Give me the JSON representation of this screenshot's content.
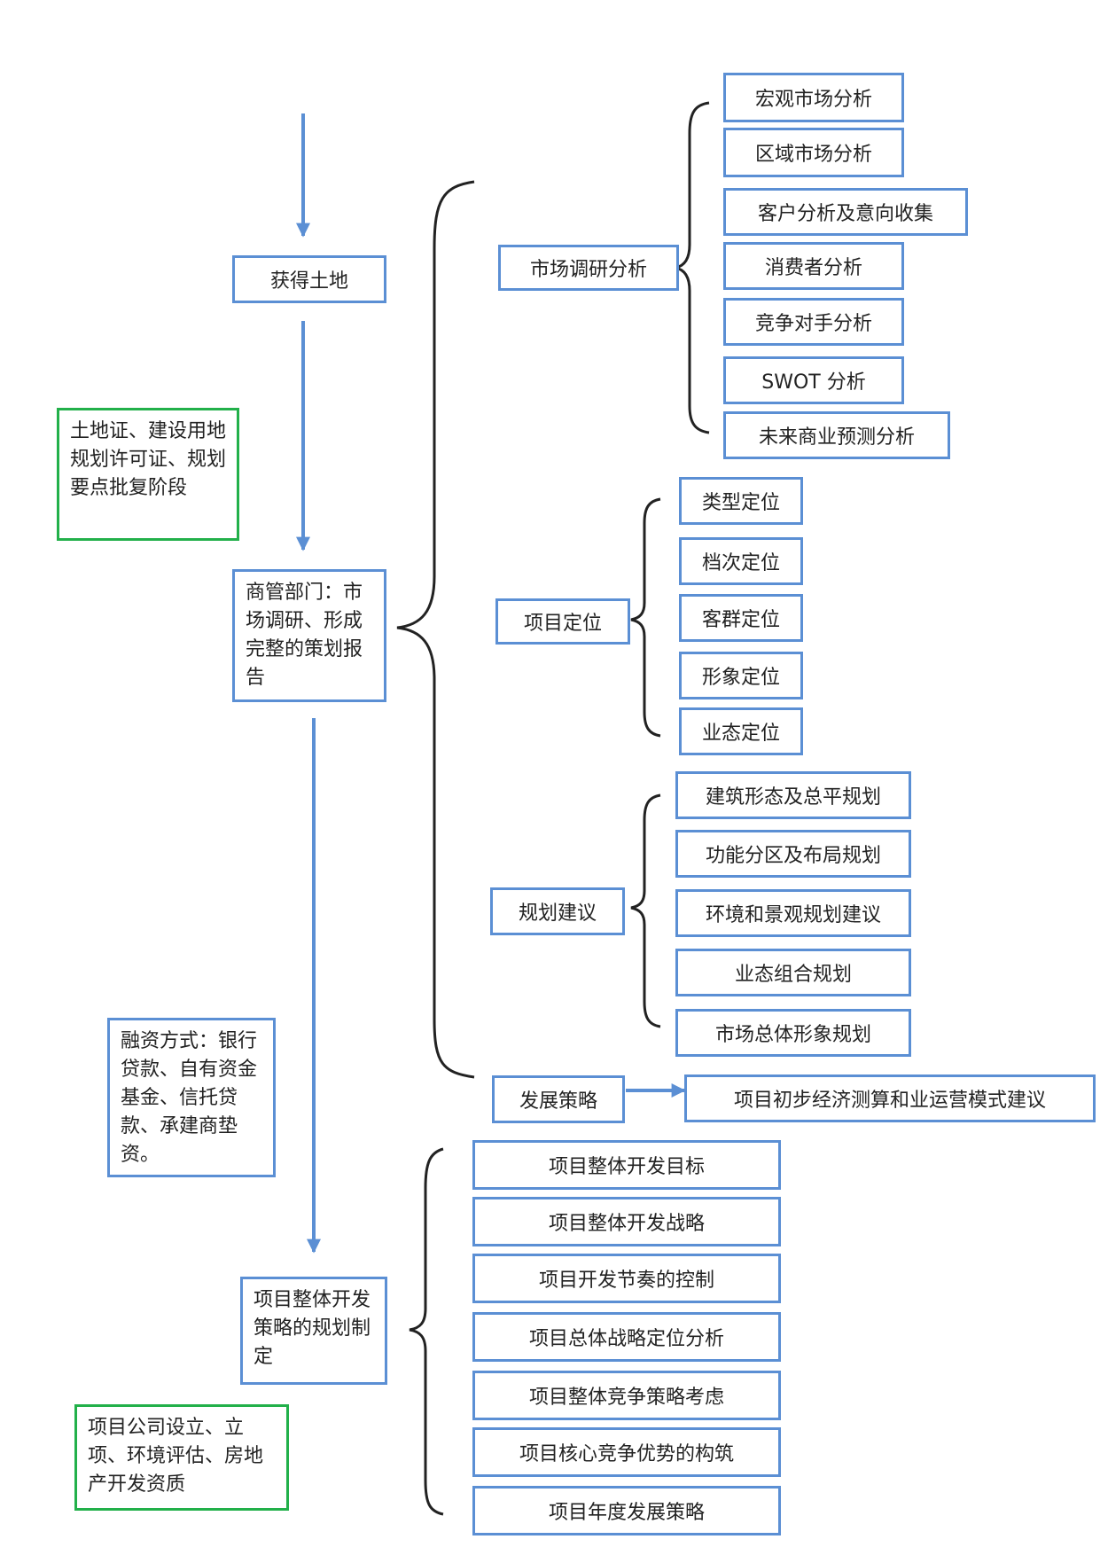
{
  "main_flow": {
    "get_land": "获得土地",
    "commercial_dept": "商管部门：市场调研、形成完整的策划报告",
    "overall_strategy": "项目整体开发策略的规划制定"
  },
  "side_notes": {
    "land_certificates": "土地证、建设用地规划许可证、规划要点批复阶段",
    "financing": "融资方式：银行贷款、自有资金基金、信托贷款、承建商垫资。",
    "company_setup": "项目公司设立、立项、环境评估、房地产开发资质"
  },
  "branches": {
    "market_research": {
      "label": "市场调研分析",
      "items": [
        "宏观市场分析",
        "区域市场分析",
        "客户分析及意向收集",
        "消费者分析",
        "竞争对手分析",
        "SWOT 分析",
        "未来商业预测分析"
      ]
    },
    "positioning": {
      "label": "项目定位",
      "items": [
        "类型定位",
        "档次定位",
        "客群定位",
        "形象定位",
        "业态定位"
      ]
    },
    "planning": {
      "label": "规划建议",
      "items": [
        "建筑形态及总平规划",
        "功能分区及布局规划",
        "环境和景观规划建议",
        "业态组合规划",
        "市场总体形象规划"
      ]
    },
    "development": {
      "label": "发展策略",
      "result": "项目初步经济测算和业运营模式建议"
    }
  },
  "strategy_items": [
    "项目整体开发目标",
    "项目整体开发战略",
    "项目开发节奏的控制",
    "项目总体战略定位分析",
    "项目整体竞争策略考虑",
    "项目核心竞争优势的构筑",
    "项目年度发展策略"
  ],
  "colors": {
    "box_border": "#5b8fd4",
    "note_border": "#22b04a",
    "arrow": "#5b8fd4",
    "brace": "#222222"
  }
}
